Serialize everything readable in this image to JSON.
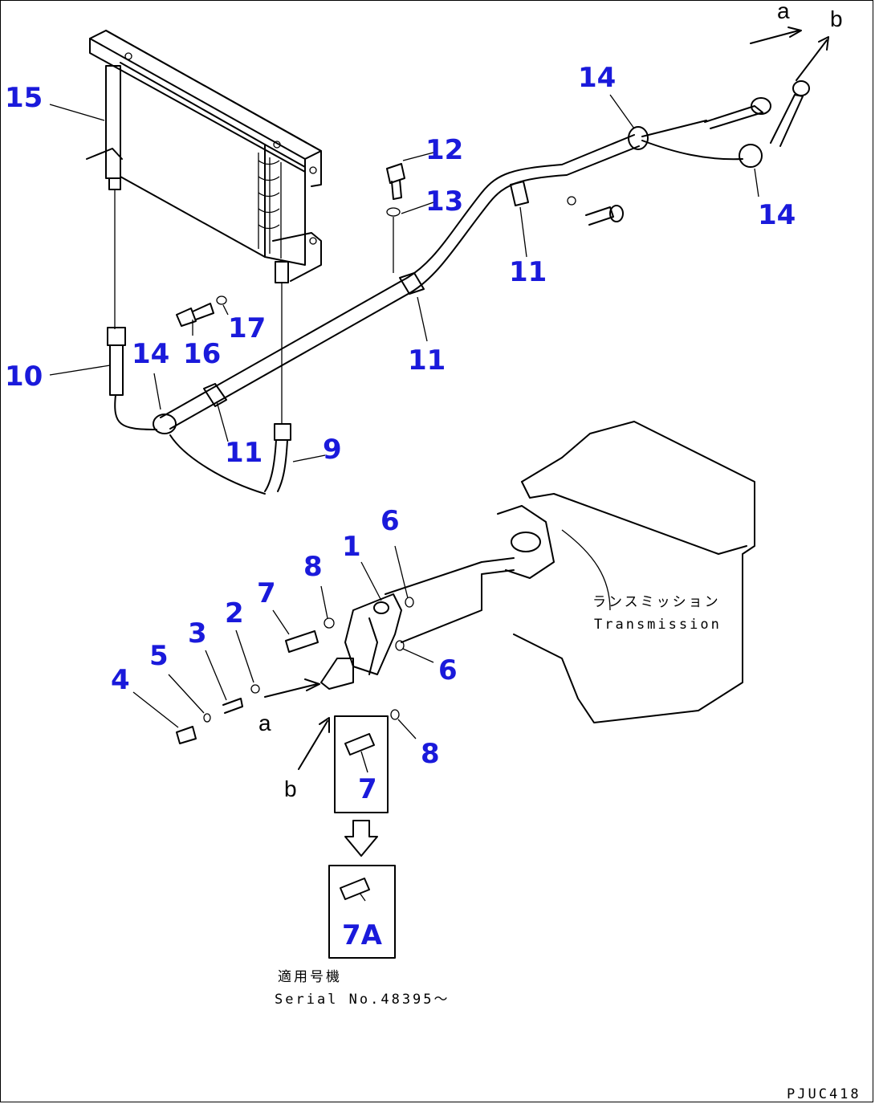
{
  "parts": {
    "p1": "1",
    "p2": "2",
    "p3": "3",
    "p4": "4",
    "p5": "5",
    "p6a": "6",
    "p6b": "6",
    "p7": "7",
    "p7b": "7",
    "p7a": "7A",
    "p8a": "8",
    "p8b": "8",
    "p9": "9",
    "p10": "10",
    "p11a": "11",
    "p11b": "11",
    "p11c": "11",
    "p12": "12",
    "p13": "13",
    "p14a": "14",
    "p14b": "14",
    "p14c": "14",
    "p15": "15",
    "p16": "16",
    "p17": "17"
  },
  "letters": {
    "a_top": "a",
    "b_top": "b",
    "a_low": "a",
    "b_low": "b"
  },
  "transmission": {
    "jp": "ランスミッション",
    "en": "Transmission"
  },
  "serial": {
    "jp": "適用号機",
    "en": "Serial No.48395～"
  },
  "drawing_code": "PJUC418",
  "colors": {
    "callout": "#1a1adb",
    "line": "#000000"
  }
}
